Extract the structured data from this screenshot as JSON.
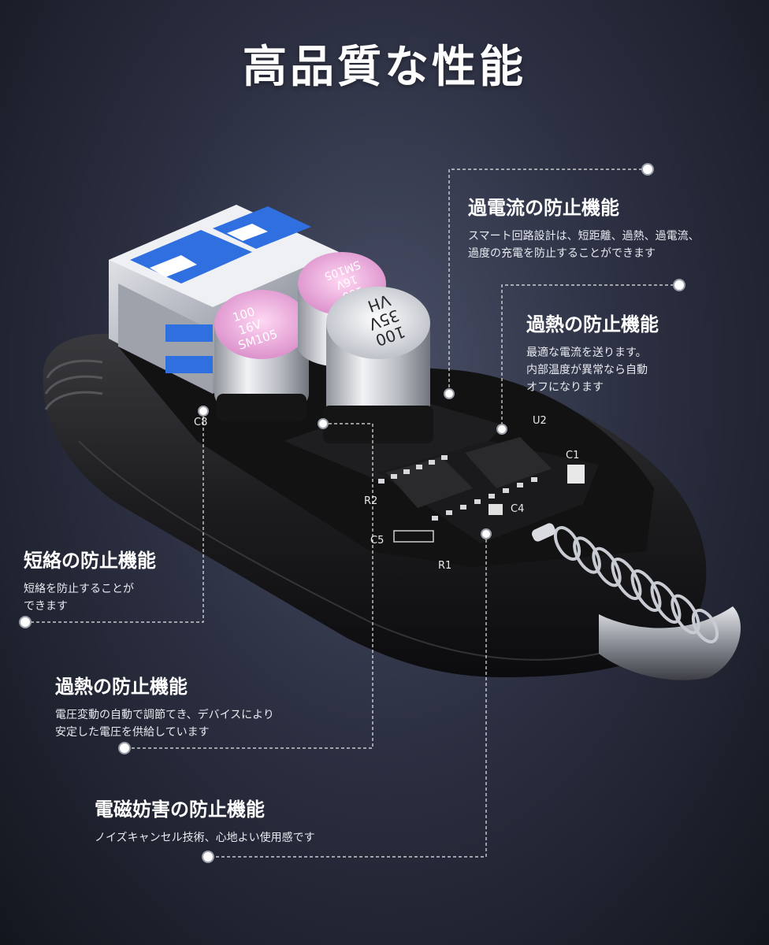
{
  "title": "高品質な性能",
  "components": {
    "cap1": [
      "100",
      "16V",
      "SM105"
    ],
    "cap2": [
      "100",
      "16V",
      "SM105"
    ],
    "cap3": [
      "100",
      "35V",
      "VH"
    ],
    "pcb_labels": [
      "C8",
      "R2",
      "U2",
      "C1",
      "C4",
      "C5",
      "R1"
    ]
  },
  "features": [
    {
      "title": "過電流の防止機能",
      "lines": [
        "スマート回路設計は、短距離、過熱、過電流、",
        "過度の充電を防止することができます"
      ]
    },
    {
      "title": "過熱の防止機能",
      "lines": [
        "最適な電流を送ります。",
        "内部温度が異常なら自動",
        "オフになります"
      ]
    },
    {
      "title": "短絡の防止機能",
      "lines": [
        "短絡を防止することが",
        "できます"
      ]
    },
    {
      "title": "過熱の防止機能",
      "lines": [
        "電圧変動の自動で調節てき、デバイスにより",
        "安定した電圧を供給しています"
      ]
    },
    {
      "title": "電磁妨害の防止機能",
      "lines": [
        "ノイズキャンセル技術、心地よい使用感です"
      ]
    }
  ],
  "colors": {
    "background": "#2c3042",
    "text": "#ffffff",
    "usb_blue": "#2f6fe0",
    "cap_pink": "#e8a8d8",
    "pcb": "#151515"
  }
}
